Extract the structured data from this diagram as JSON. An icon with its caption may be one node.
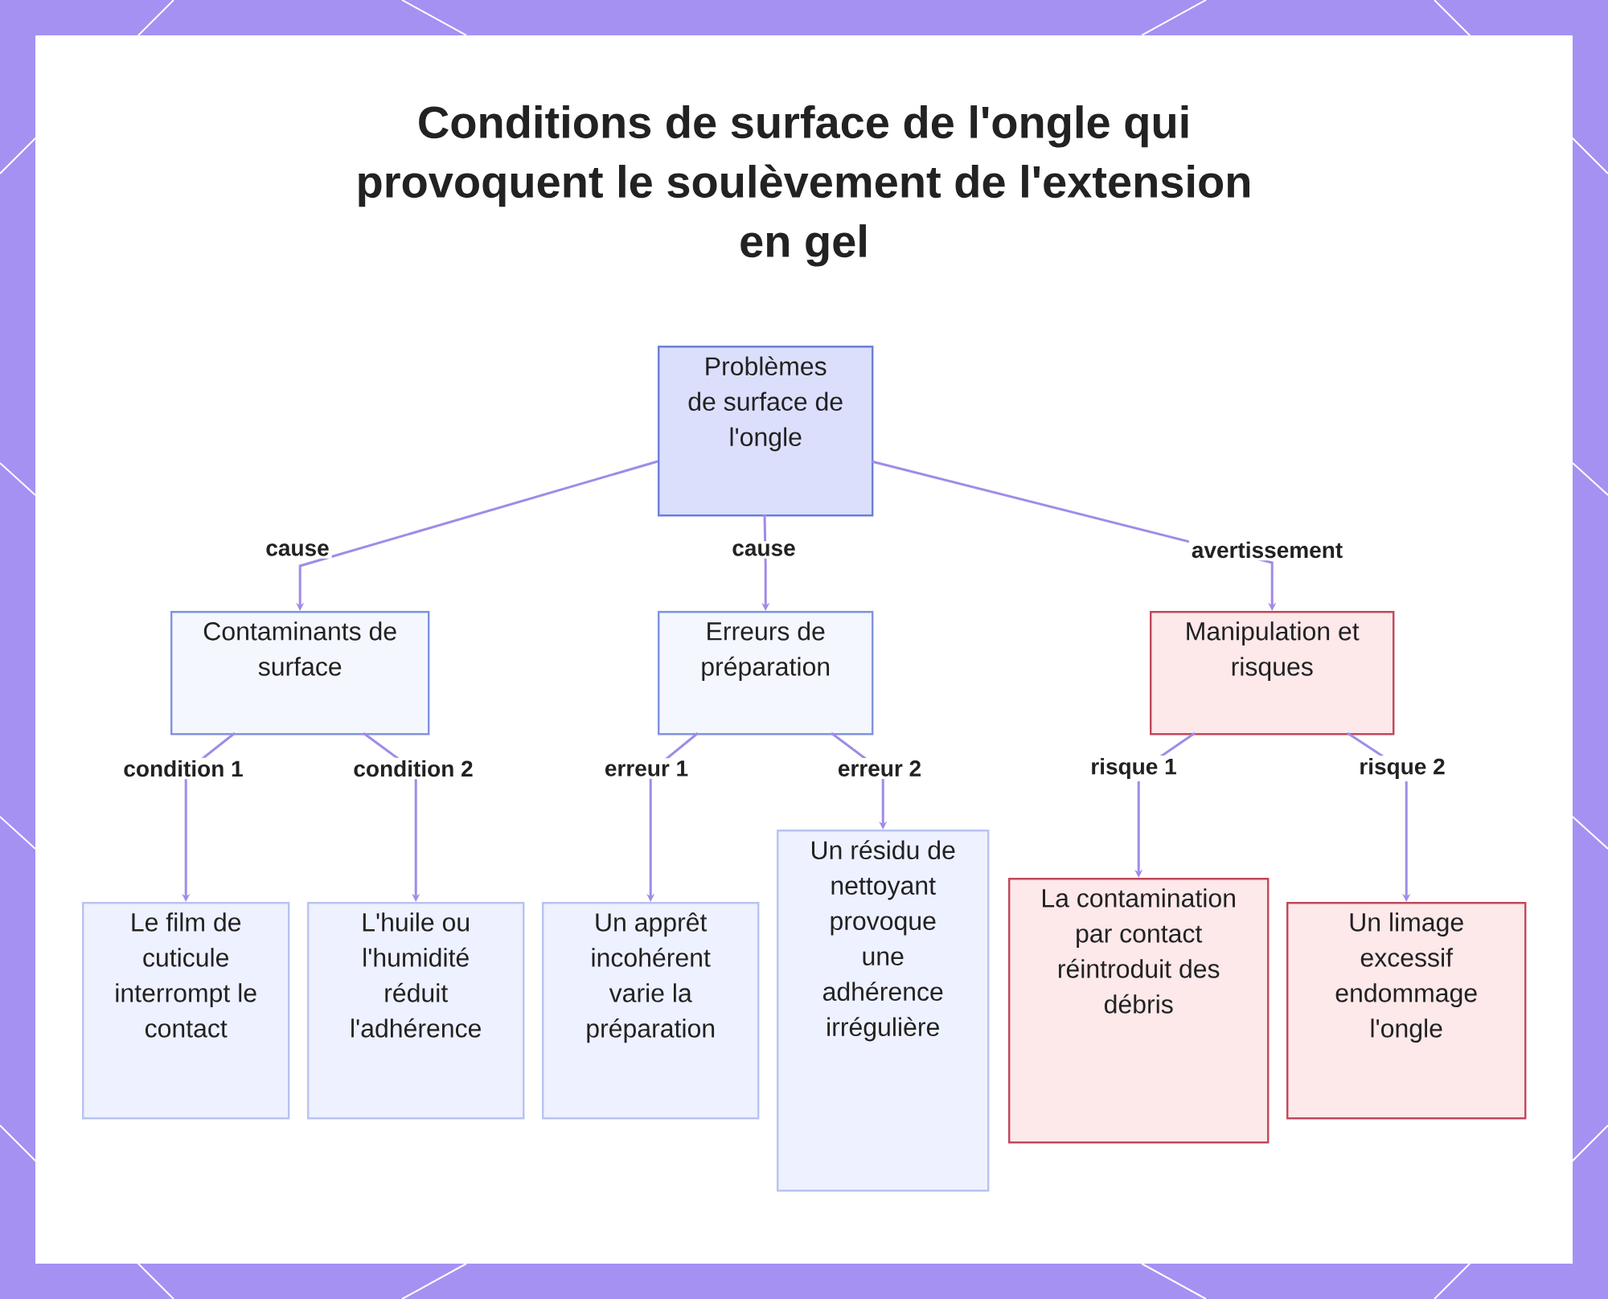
{
  "diagram": {
    "title": "Conditions de surface de l'ongle qui provoquent le soulèvement de l'extension en gel",
    "nodes": [
      {
        "text": [
          "Problèmes de surface de l'ongle"
        ]
      },
      {
        "text": [
          "Contaminants de surface"
        ]
      },
      {
        "text": [
          "Erreurs de préparation"
        ]
      },
      {
        "text": [
          "Manipulation et risques"
        ]
      },
      {
        "text": [
          "Le film de cuticule interrompt le contact"
        ]
      },
      {
        "text": [
          "L'huile ou l'humidité réduit l'adhérence"
        ]
      },
      {
        "text": [
          "Un apprêt incohérent varie la préparation"
        ]
      },
      {
        "text": [
          "Un résidu de nettoyant provoque une adhérence irrégulière"
        ]
      },
      {
        "text": [
          "La contamination par contact réintroduit des débris"
        ]
      },
      {
        "text": [
          "Un limage excessif endommage l'ongle"
        ]
      }
    ],
    "edges": [
      {
        "from": 0,
        "to": 1,
        "arrow": "to",
        "label": "cause"
      },
      {
        "from": 0,
        "to": 2,
        "arrow": "to",
        "label": "cause"
      },
      {
        "from": 0,
        "to": 3,
        "arrow": "to",
        "label": "avertissement"
      },
      {
        "from": 1,
        "to": 4,
        "arrow": "to",
        "label": "condition 1"
      },
      {
        "from": 1,
        "to": 5,
        "arrow": "to",
        "label": "condition 2"
      },
      {
        "from": 2,
        "to": 6,
        "arrow": "to",
        "label": "erreur 1"
      },
      {
        "from": 2,
        "to": 7,
        "arrow": "to",
        "label": "erreur 2"
      },
      {
        "from": 3,
        "to": 8,
        "arrow": "to",
        "label": "risque 1"
      },
      {
        "from": 3,
        "to": 9,
        "arrow": "to",
        "label": "risque 2"
      }
    ]
  }
}
